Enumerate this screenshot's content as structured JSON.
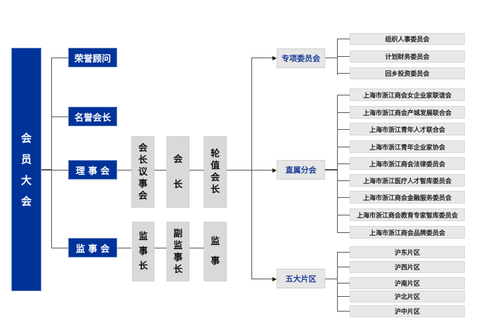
{
  "root": {
    "label": "会员大会",
    "chars": [
      "会",
      "员",
      "大",
      "会"
    ]
  },
  "level1": [
    {
      "label": "荣誉顾问"
    },
    {
      "label": "名誉会长"
    },
    {
      "label": "理 事 会"
    },
    {
      "label": "监 事 会"
    }
  ],
  "council_chain": [
    {
      "label": "会长议事会",
      "chars": [
        "会",
        "长",
        "议",
        "事",
        "会"
      ]
    },
    {
      "label": "会长",
      "chars": [
        "会",
        "长"
      ]
    },
    {
      "label": "轮值会长",
      "chars": [
        "轮",
        "值",
        "会",
        "长"
      ]
    }
  ],
  "supervisory_chain": [
    {
      "label": "监事长",
      "chars": [
        "监",
        "事",
        "长"
      ]
    },
    {
      "label": "副监事长",
      "chars": [
        "副",
        "监",
        "事",
        "长"
      ]
    },
    {
      "label": "监事",
      "chars": [
        "监",
        "事"
      ]
    }
  ],
  "categories": [
    {
      "label": "专项委员会",
      "items": [
        "组织人事委员会",
        "计划财务委员会",
        "回乡投资委员会"
      ]
    },
    {
      "label": "直属分会",
      "items": [
        "上海市浙江商会女企业家联谊会",
        "上海市浙江商会产城发展联合会",
        "上海市浙江青年人才联合会",
        "上海市浙江青年企业家协会",
        "上海市浙江商会法律委员会",
        "上海市浙江医疗人才智库委员会",
        "上海市浙江商会金融服务委员会",
        "上海市浙江商会教育专家智库委员会",
        "上海市浙江商会品牌委员会"
      ]
    },
    {
      "label": "五大片区",
      "items": [
        "沪东片区",
        "沪西片区",
        "沪南片区",
        "沪北片区",
        "沪中片区"
      ]
    }
  ],
  "colors": {
    "primary_blue": "#003399",
    "box_gray": "#d9d9d9",
    "category_text": "#1f3f99"
  }
}
